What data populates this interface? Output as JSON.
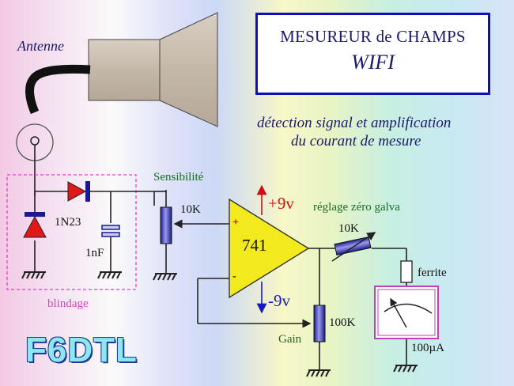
{
  "title": {
    "line1": "MESUREUR de CHAMPS",
    "line2": "WIFI"
  },
  "description": {
    "line1": "détection signal et amplification",
    "line2": "du courant de mesure"
  },
  "labels": {
    "antenna": "Antenne",
    "diode": "1N23",
    "capacitor": "1nF",
    "shielding": "blindage",
    "sensitivity": "Sensibilité",
    "pot_sensitivity": "10K",
    "opamp": "741",
    "plus_supply": "+9v",
    "minus_supply": "-9v",
    "plus_input": "+",
    "minus_input": "-",
    "zero_adjust": "réglage zéro galva",
    "pot_zero": "10K",
    "ferrite": "ferrite",
    "pot_gain": "100K",
    "gain": "Gain",
    "meter": "100µA"
  },
  "callsign": "F6DTL",
  "colors": {
    "wire": "#222222",
    "component_blue": "#2a2aa8",
    "diode_red": "#e01818",
    "opamp_yellow": "#f3ea1e",
    "shield_magenta": "#e040c8",
    "supply_red": "#cc1010",
    "supply_blue": "#1818c0"
  }
}
